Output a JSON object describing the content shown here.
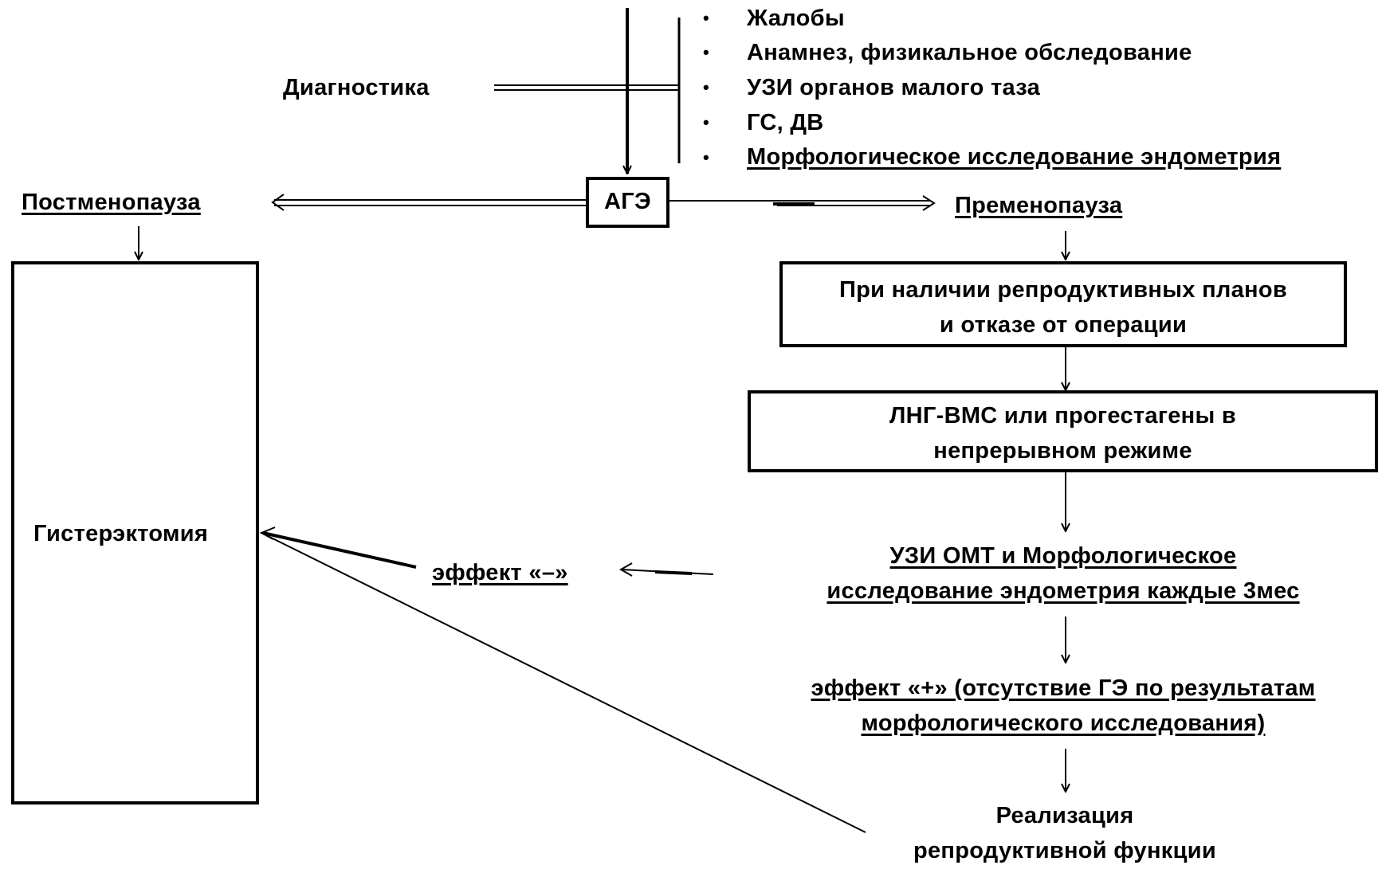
{
  "diagnostics": {
    "label": "Диагностика",
    "items": [
      "Жалобы",
      "Анамнез, физикальное обследование",
      "УЗИ органов малого таза",
      "ГС, ДВ",
      "Морфологическое исследование эндометрия"
    ]
  },
  "nodes": {
    "age": "АГЭ",
    "postmenopause": "Постменопауза",
    "premenopause": "Пременопауза",
    "hysterectomy": "Гистерэктомия",
    "reproductive_plans": [
      "При наличии репродуктивных планов",
      "и отказе от операции"
    ],
    "lng_ius": [
      "ЛНГ-ВМС или прогестагены в",
      "непрерывном режиме"
    ],
    "monitoring": [
      "УЗИ ОМТ и Морфологическое",
      "исследование эндометрия каждые 3мес"
    ],
    "negative_effect": "эффект «–»",
    "positive_effect": [
      "эффект «+» (отсутствие ГЭ по результатам",
      "морфологического исследования)"
    ],
    "realization": [
      "Реализация",
      "репродуктивной функции"
    ]
  },
  "colors": {
    "stroke": "#000000",
    "background": "#ffffff"
  },
  "bullet_glyph": "•"
}
